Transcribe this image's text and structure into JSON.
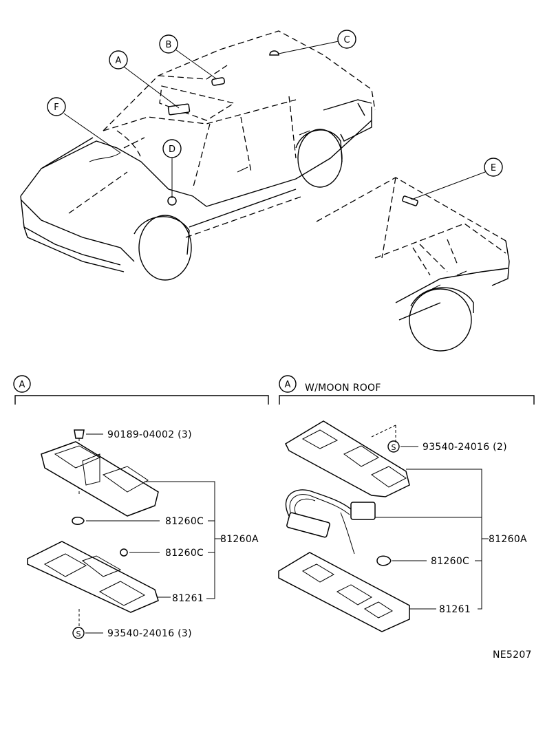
{
  "callouts": {
    "a": "A",
    "b": "B",
    "c": "C",
    "d": "D",
    "e": "E",
    "f": "F",
    "s": "S"
  },
  "left_section": {
    "marker": "A",
    "labels": {
      "bolt": "90189-04002 (3)",
      "bulb_1": "81260C",
      "bulb_2": "81260C",
      "assembly": "81260A",
      "lens": "81261",
      "screw": "93540-24016 (3)"
    }
  },
  "right_section": {
    "marker": "A",
    "title": "W/MOON ROOF",
    "labels": {
      "screw": "93540-24016 (2)",
      "assembly": "81260A",
      "bulb": "81260C",
      "lens": "81261"
    }
  },
  "diagram_code": "NE5207"
}
